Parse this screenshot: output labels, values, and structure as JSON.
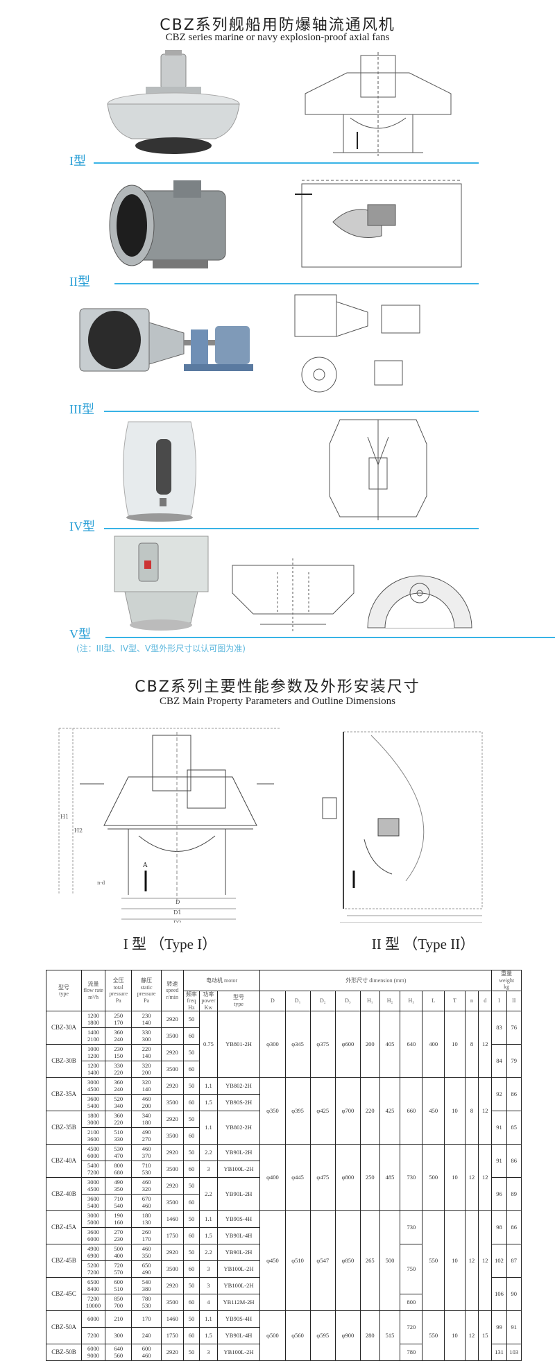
{
  "header": {
    "title_cn": "CBZ系列舰船用防爆轴流通风机",
    "title_en": "CBZ series marine or navy explosion-proof axial fans"
  },
  "types": [
    {
      "label": "I型"
    },
    {
      "label": "II型"
    },
    {
      "label": "III型"
    },
    {
      "label": "IV型"
    },
    {
      "label": "V型"
    }
  ],
  "note": "(注：III型、IV型、V型外形尺寸以认可图为准)",
  "section2": {
    "title_cn": "CBZ系列主要性能参数及外形安装尺寸",
    "title_en": "CBZ Main Property Parameters and Outline Dimensions",
    "drawing_labels": [
      "I 型 （Type I）",
      "II 型 （Type II）"
    ],
    "drawing_marks": {
      "arrow": "A",
      "D": "D",
      "D1": "D1",
      "D2": "D2",
      "H1": "H1",
      "H2": "H2",
      "nd": "n-d"
    }
  },
  "table": {
    "header_top": {
      "type": "型号\ntype",
      "flow": "流量\nflow rate\nm³/h",
      "total": "全压\ntotal pressure\nPa",
      "static": "静压\nstatic pressure\nPa",
      "speed": "转速\nspeed\nr/min",
      "motor": "电动机 motor",
      "dimension": "外形尺寸 dimension (mm)",
      "weight": "重量\nweight\nkg"
    },
    "header_sub": [
      "频率\nfreq\nHz",
      "功率\npower\nKw",
      "型号\ntype",
      "D",
      "D₁",
      "D₂",
      "D₃",
      "H₁",
      "H₂",
      "H₃",
      "L",
      "T",
      "n",
      "d",
      "I",
      "II"
    ],
    "rows": [
      [
        "CBZ-30A",
        "1200\n1800",
        "250\n170",
        "230\n140",
        "2920",
        "50",
        "0.75",
        "YB801-2H",
        "φ300",
        "φ345",
        "φ375",
        "φ600",
        "200",
        "405",
        "640",
        "400",
        "10",
        "8",
        "12",
        "83",
        "76"
      ],
      [
        null,
        "1400\n2100",
        "360\n240",
        "330\n300",
        "3500",
        "60",
        null,
        null,
        null,
        null,
        null,
        null,
        null,
        null,
        null,
        null,
        null,
        null,
        null,
        null,
        null
      ],
      [
        "CBZ-30B",
        "1000\n1200",
        "230\n150",
        "220\n140",
        "2920",
        "50",
        null,
        null,
        null,
        null,
        null,
        null,
        null,
        null,
        null,
        null,
        null,
        null,
        null,
        "84",
        "79"
      ],
      [
        null,
        "1200\n1400",
        "330\n220",
        "320\n200",
        "3500",
        "60",
        null,
        null,
        null,
        null,
        null,
        null,
        null,
        null,
        null,
        null,
        null,
        null,
        null,
        null,
        null
      ],
      [
        "CBZ-35A",
        "3000\n4500",
        "360\n240",
        "320\n140",
        "2920",
        "50",
        "1.1",
        "YB802-2H",
        "φ350",
        "φ395",
        "φ425",
        "φ700",
        "220",
        "425",
        "660",
        "450",
        "10",
        "8",
        "12",
        "92",
        "86"
      ],
      [
        null,
        "3600\n5400",
        "520\n340",
        "460\n200",
        "3500",
        "60",
        "1.5",
        "YB90S-2H",
        null,
        null,
        null,
        null,
        null,
        null,
        null,
        null,
        null,
        null,
        null,
        null,
        null
      ],
      [
        "CBZ-35B",
        "1800\n3000",
        "360\n220",
        "340\n180",
        "2920",
        "50",
        "1.1",
        "YB802-2H",
        null,
        null,
        null,
        null,
        null,
        null,
        null,
        null,
        null,
        null,
        null,
        "91",
        "85"
      ],
      [
        null,
        "2100\n3600",
        "510\n330",
        "490\n270",
        "3500",
        "60",
        null,
        null,
        null,
        null,
        null,
        null,
        null,
        null,
        null,
        null,
        null,
        null,
        null,
        null,
        null
      ],
      [
        "CBZ-40A",
        "4500\n6000",
        "530\n470",
        "460\n370",
        "2920",
        "50",
        "2.2",
        "YB90L-2H",
        "φ400",
        "φ445",
        "φ475",
        "φ800",
        "250",
        "485",
        "730",
        "500",
        "10",
        "12",
        "12",
        "91",
        "86"
      ],
      [
        null,
        "5400\n7200",
        "800\n680",
        "710\n530",
        "3500",
        "60",
        "3",
        "YB100L-2H",
        null,
        null,
        null,
        null,
        null,
        null,
        null,
        null,
        null,
        null,
        null,
        null,
        null
      ],
      [
        "CBZ-40B",
        "3000\n4500",
        "490\n350",
        "460\n320",
        "2920",
        "50",
        "2.2",
        "YB90L-2H",
        null,
        null,
        null,
        null,
        null,
        null,
        null,
        null,
        null,
        null,
        null,
        "96",
        "89"
      ],
      [
        null,
        "3600\n5400",
        "710\n540",
        "670\n460",
        "3500",
        "60",
        null,
        null,
        null,
        null,
        null,
        null,
        null,
        null,
        null,
        null,
        null,
        null,
        null,
        null,
        null
      ],
      [
        "CBZ-45A",
        "3000\n5000",
        "190\n160",
        "180\n130",
        "1460",
        "50",
        "1.1",
        "YB90S-4H",
        "φ450",
        "φ510",
        "φ547",
        "φ850",
        "265",
        "500",
        "730",
        "550",
        "10",
        "12",
        "12",
        "98",
        "86"
      ],
      [
        null,
        "3600\n6000",
        "270\n230",
        "260\n170",
        "1750",
        "60",
        "1.5",
        "YB90L-4H",
        null,
        null,
        null,
        null,
        null,
        null,
        null,
        null,
        null,
        null,
        null,
        null,
        null
      ],
      [
        "CBZ-45B",
        "4900\n6900",
        "500\n400",
        "460\n350",
        "2920",
        "50",
        "2.2",
        "YB90L-2H",
        null,
        null,
        null,
        null,
        null,
        null,
        "750",
        null,
        null,
        null,
        null,
        "102",
        "87"
      ],
      [
        null,
        "5200\n7200",
        "720\n570",
        "650\n490",
        "3500",
        "60",
        "3",
        "YB100L-2H",
        null,
        null,
        null,
        null,
        null,
        null,
        null,
        null,
        null,
        null,
        null,
        null,
        null
      ],
      [
        "CBZ-45C",
        "6500\n8400",
        "600\n510",
        "540\n380",
        "2920",
        "50",
        "3",
        "YB100L-2H",
        null,
        null,
        null,
        null,
        null,
        null,
        null,
        null,
        null,
        null,
        null,
        "106",
        "90"
      ],
      [
        null,
        "7200\n10000",
        "850\n700",
        "780\n530",
        "3500",
        "60",
        "4",
        "YB112M-2H",
        null,
        null,
        null,
        null,
        null,
        null,
        "800",
        null,
        null,
        null,
        null,
        null,
        null
      ],
      [
        "CBZ-50A",
        "6000",
        "210",
        "170",
        "1460",
        "50",
        "1.1",
        "YB90S-4H",
        "φ500",
        "φ560",
        "φ595",
        "φ900",
        "280",
        "515",
        "720",
        "550",
        "10",
        "12",
        "15",
        "99",
        "91"
      ],
      [
        null,
        "7200",
        "300",
        "240",
        "1750",
        "60",
        "1.5",
        "YB90L-4H",
        null,
        null,
        null,
        null,
        null,
        null,
        null,
        null,
        null,
        null,
        null,
        null,
        null
      ],
      [
        "CBZ-50B",
        "6000\n9000",
        "640\n560",
        "600\n460",
        "2920",
        "50",
        "3",
        "YB100L-2H",
        null,
        null,
        null,
        null,
        null,
        null,
        "780",
        null,
        null,
        null,
        null,
        "131",
        "103"
      ]
    ]
  },
  "colors": {
    "accent": "#2a9fd6",
    "line": "#38b3e6",
    "note": "#5ab6dd",
    "fan_body": "#d6dadb"
  }
}
